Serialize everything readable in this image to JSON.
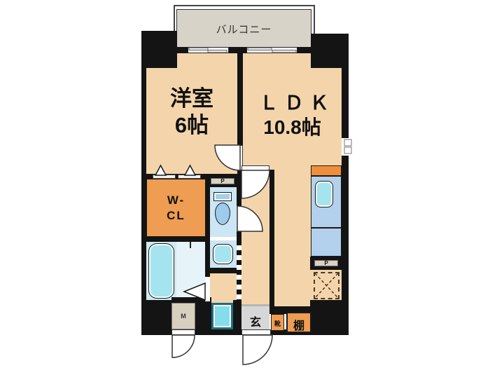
{
  "labels": {
    "balcony": "バルコニー",
    "western_room_name": "洋室",
    "western_room_size": "6帖",
    "ldk_name": "ＬＤＫ",
    "ldk_size": "10.8帖",
    "wcl_line1": "W-",
    "wcl_line2": "CL",
    "pipe_space_toilet": "P",
    "pipe_space_kitchen": "P",
    "meter_box": "M",
    "genkan": "玄",
    "shoe_cabinet": "靴",
    "shelf": "棚"
  },
  "colors": {
    "wall": "#141414",
    "room_floor": "#f4d5ab",
    "balcony_floor": "#d8d3c8",
    "closet_orange": "#ef9d52",
    "wet_room_blue": "#cde6f4",
    "fixture_cyan": "#a3e4ef",
    "counter_blue": "#b3d1ec",
    "genkan_gray": "#d7d7d7",
    "meter_beige": "#d8d0bf",
    "stove_dot_brown": "#7c4012"
  }
}
